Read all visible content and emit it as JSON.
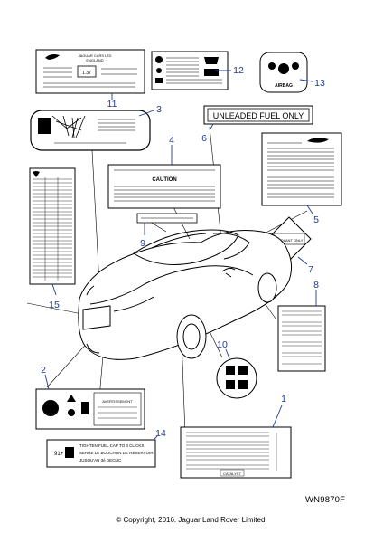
{
  "figure_id": "WN9870F",
  "copyright": "© Copyright, 2016. Jaguar Land Rover Limited.",
  "callout_color": "#1f3a94",
  "callouts": [
    "1",
    "2",
    "3",
    "4",
    "5",
    "6",
    "7",
    "8",
    "9",
    "10",
    "11",
    "12",
    "13",
    "14",
    "15"
  ],
  "labels": {
    "unleaded": "UNLEADED FUEL ONLY",
    "caution": "CAUTION",
    "airbag": "AIRBAG",
    "avertissement": "AVERTISSEMENT",
    "coolant": "COOLANT ONLY",
    "fuel_cap_num": "91+",
    "fuel_cap_line1": "TIGHTEN FUEL CAP TO 3 CLICKS",
    "fuel_cap_line2": "SERRE LE BOUCHON DE RESERVOIR",
    "fuel_cap_line3": "JUSQU'AU 3è DECLIC",
    "jaguar_cars": "JAGUAR CARS LTD",
    "england": "ENGLAND",
    "label11_box": "1.37",
    "catalyst": "CATALYST"
  }
}
